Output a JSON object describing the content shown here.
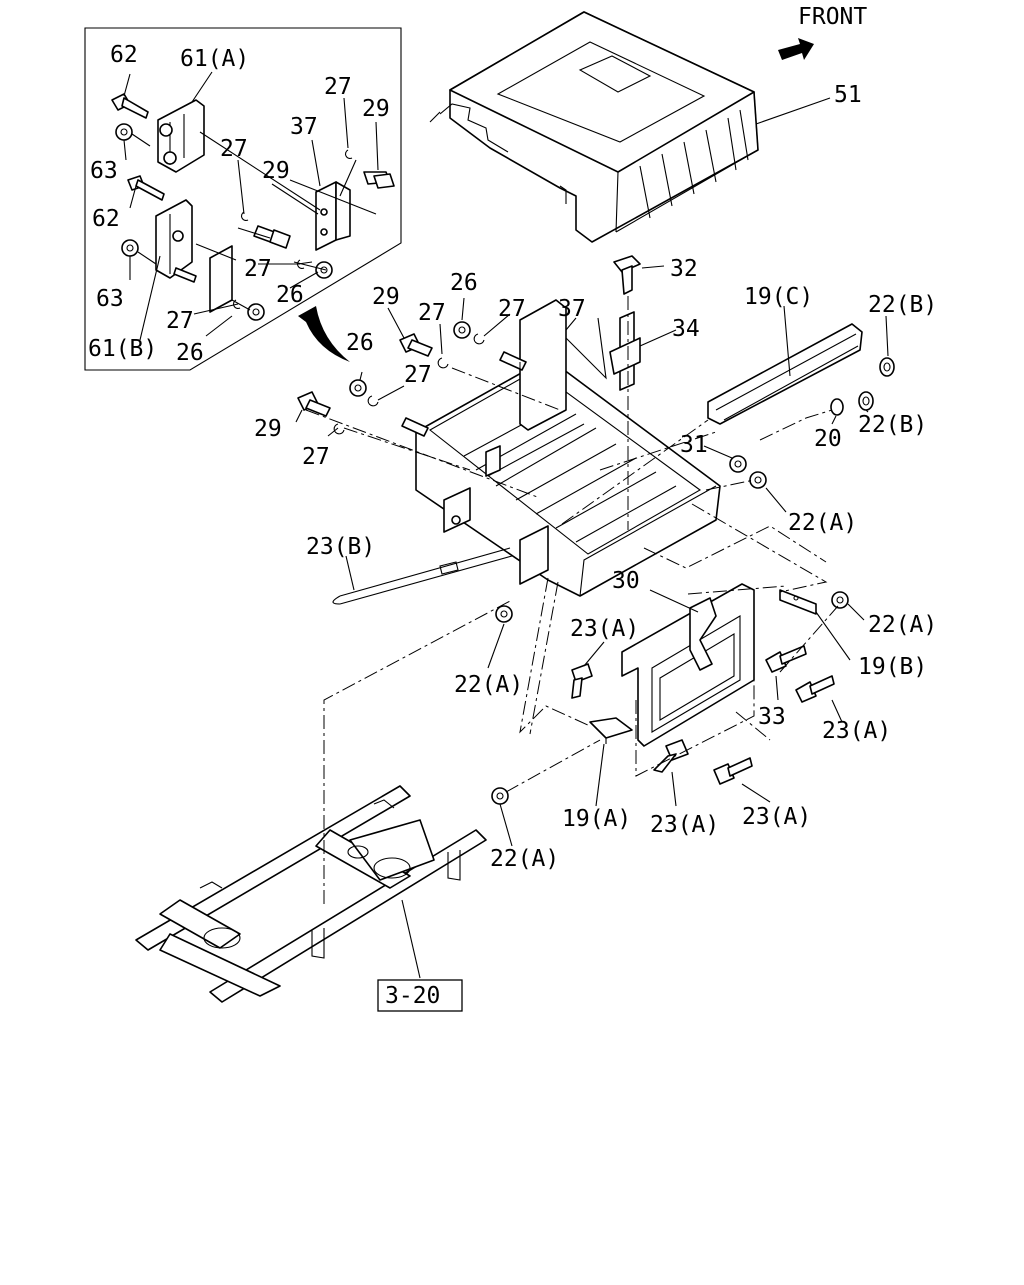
{
  "diagram": {
    "front_label": "FRONT",
    "reference_box": "3-20",
    "callouts": [
      {
        "id": "c-62a",
        "text": "62"
      },
      {
        "id": "c-61a",
        "text": "61(A)"
      },
      {
        "id": "c-63a",
        "text": "63"
      },
      {
        "id": "c-62b",
        "text": "62"
      },
      {
        "id": "c-63b",
        "text": "63"
      },
      {
        "id": "c-61b",
        "text": "61(B)"
      },
      {
        "id": "c-27a",
        "text": "27"
      },
      {
        "id": "c-29a",
        "text": "29"
      },
      {
        "id": "c-37a",
        "text": "37"
      },
      {
        "id": "c-27b",
        "text": "27"
      },
      {
        "id": "c-29b",
        "text": "29"
      },
      {
        "id": "c-27c",
        "text": "27"
      },
      {
        "id": "c-26a",
        "text": "26"
      },
      {
        "id": "c-27d",
        "text": "27"
      },
      {
        "id": "c-26b",
        "text": "26"
      },
      {
        "id": "c-51",
        "text": "51"
      },
      {
        "id": "c-32",
        "text": "32"
      },
      {
        "id": "c-34",
        "text": "34"
      },
      {
        "id": "c-19c",
        "text": "19(C)"
      },
      {
        "id": "c-22b1",
        "text": "22(B)"
      },
      {
        "id": "c-22b2",
        "text": "22(B)"
      },
      {
        "id": "c-20",
        "text": "20"
      },
      {
        "id": "c-29c",
        "text": "29"
      },
      {
        "id": "c-26c",
        "text": "26"
      },
      {
        "id": "c-27e",
        "text": "27"
      },
      {
        "id": "c-37b",
        "text": "37"
      },
      {
        "id": "c-27f",
        "text": "27"
      },
      {
        "id": "c-26d",
        "text": "26"
      },
      {
        "id": "c-27g",
        "text": "27"
      },
      {
        "id": "c-29d",
        "text": "29"
      },
      {
        "id": "c-27h",
        "text": "27"
      },
      {
        "id": "c-31",
        "text": "31"
      },
      {
        "id": "c-22a1",
        "text": "22(A)"
      },
      {
        "id": "c-23b",
        "text": "23(B)"
      },
      {
        "id": "c-30",
        "text": "30"
      },
      {
        "id": "c-22a2",
        "text": "22(A)"
      },
      {
        "id": "c-19b",
        "text": "19(B)"
      },
      {
        "id": "c-23a1",
        "text": "23(A)"
      },
      {
        "id": "c-22a3",
        "text": "22(A)"
      },
      {
        "id": "c-33",
        "text": "33"
      },
      {
        "id": "c-23a2",
        "text": "23(A)"
      },
      {
        "id": "c-19a",
        "text": "19(A)"
      },
      {
        "id": "c-23a3",
        "text": "23(A)"
      },
      {
        "id": "c-23a4",
        "text": "23(A)"
      },
      {
        "id": "c-22a4",
        "text": "22(A)"
      }
    ]
  }
}
